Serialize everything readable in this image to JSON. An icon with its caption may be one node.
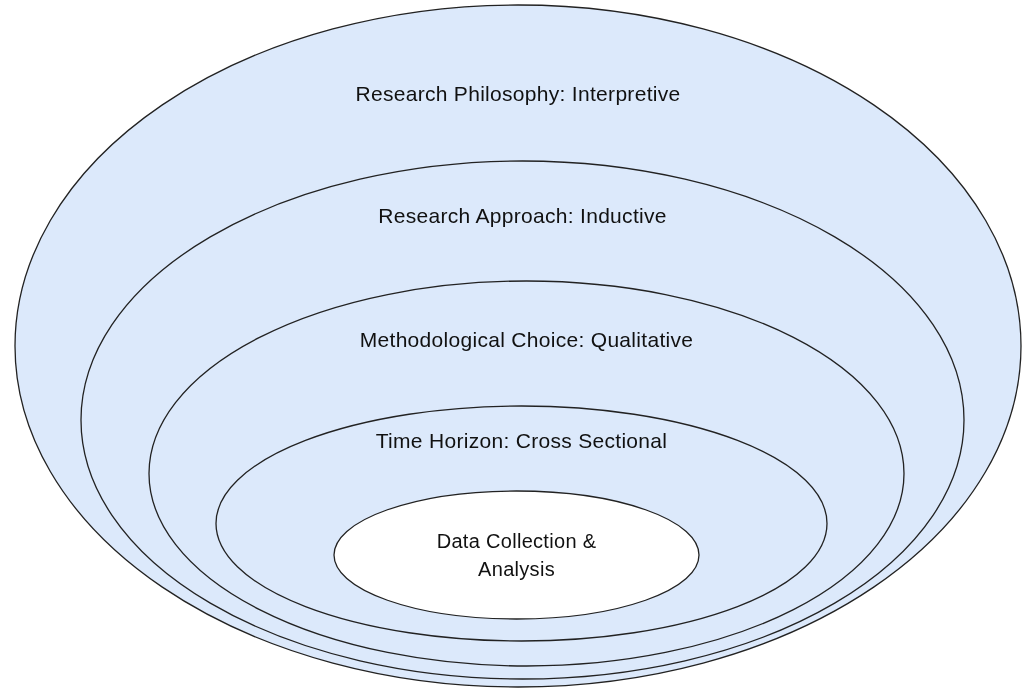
{
  "diagram": {
    "nodes": [
      {
        "text": [
          "Research Philosophy: Interpretive"
        ]
      },
      {
        "text": [
          "Research Approach: Inductive"
        ],
        "in": 0
      },
      {
        "text": [
          "Methodological Choice: Qualitative"
        ],
        "in": 1
      },
      {
        "text": [
          "Time Horizon: Cross Sectional"
        ],
        "in": 2
      },
      {
        "text": [
          "Data Collection & Analysis"
        ],
        "in": 3
      }
    ],
    "edges": []
  }
}
